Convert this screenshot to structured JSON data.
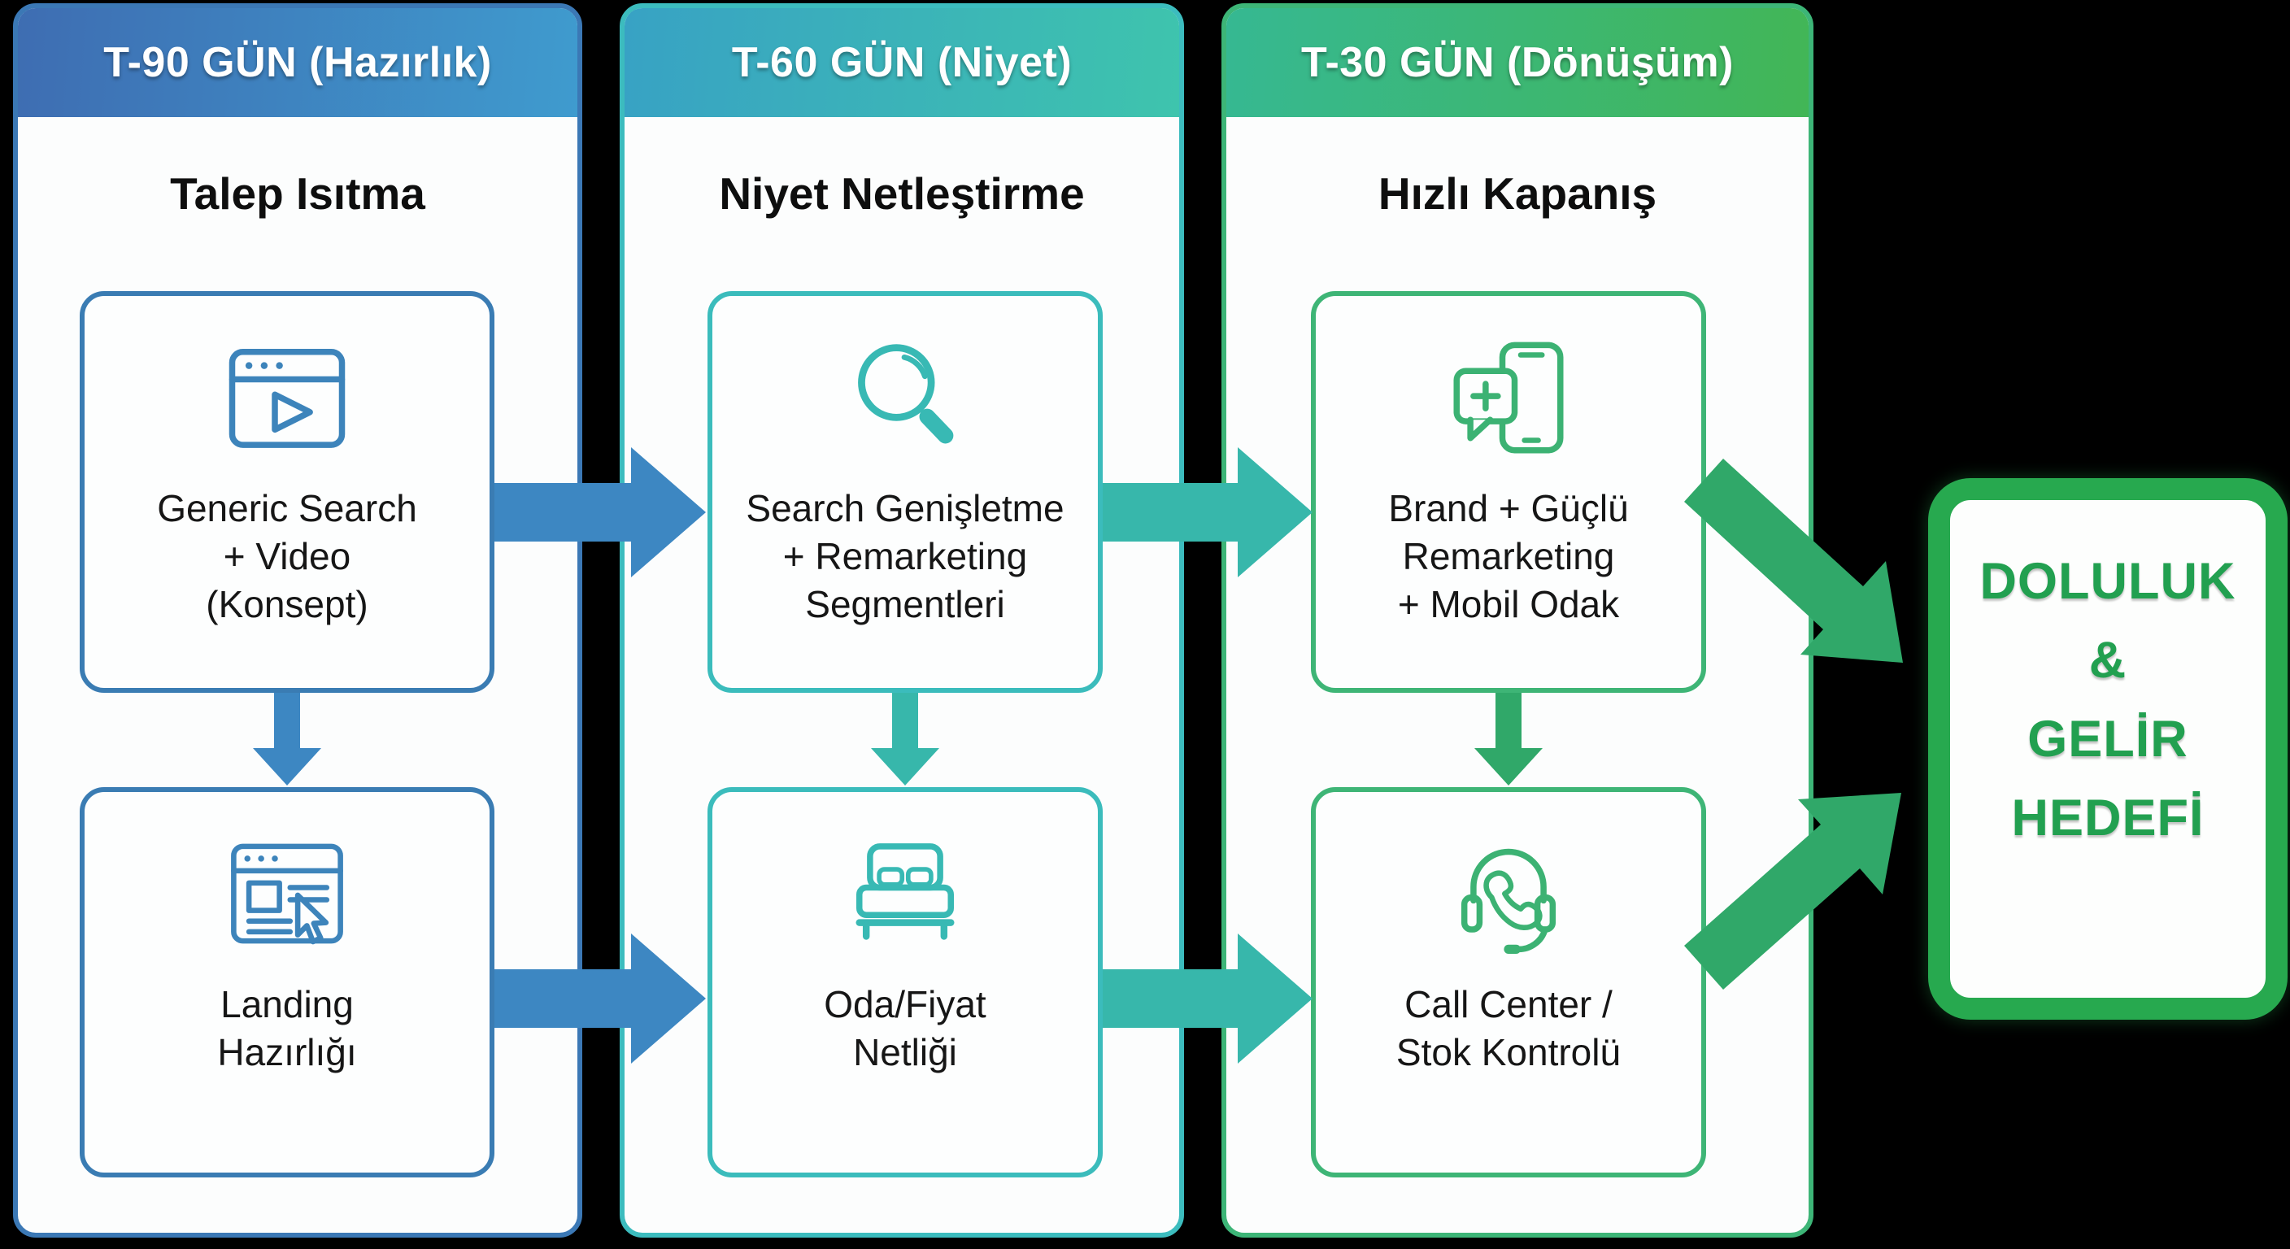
{
  "canvas": {
    "background": "#000000"
  },
  "columns": [
    {
      "header": "T-90 GÜN (Hazırlık)",
      "subtitle": "Talep Isıtma",
      "accent": "#3b78b5",
      "header_gradient": [
        "#3e6db2",
        "#3f9bce"
      ],
      "arrow_color": "#3d87c2",
      "boxes": [
        {
          "icon": "video-ad-icon",
          "lines": [
            "Generic Search",
            "+ Video",
            "(Konsept)"
          ]
        },
        {
          "icon": "landing-page-icon",
          "lines": [
            "Landing",
            "Hazırlığı"
          ]
        }
      ]
    },
    {
      "header": "T-60 GÜN (Niyet)",
      "subtitle": "Niyet Netleştirme",
      "accent": "#3cbcbe",
      "header_gradient": [
        "#38a2c4",
        "#3ec4ad"
      ],
      "arrow_color": "#37b7ab",
      "boxes": [
        {
          "icon": "search-icon",
          "lines": [
            "Search Genişletme",
            "+ Remarketing",
            "Segmentleri"
          ]
        },
        {
          "icon": "bed-icon",
          "lines": [
            "Oda/Fiyat",
            "Netliği"
          ]
        }
      ]
    },
    {
      "header": "T-30 GÜN (Dönüşüm)",
      "subtitle": "Hızlı Kapanış",
      "accent": "#3db577",
      "header_gradient": [
        "#36b892",
        "#42b656"
      ],
      "arrow_color": "#30a869",
      "boxes": [
        {
          "icon": "mobile-remarketing-icon",
          "lines": [
            "Brand + Güçlü",
            "Remarketing",
            "+ Mobil Odak"
          ]
        },
        {
          "icon": "call-center-icon",
          "lines": [
            "Call Center /",
            "Stok Kontrolü"
          ]
        }
      ]
    }
  ],
  "goal": {
    "lines": [
      "DOLULUK",
      "&",
      "GELİR",
      "HEDEFİ"
    ],
    "border_color": "#27a94f",
    "text_color": "#22a050"
  }
}
